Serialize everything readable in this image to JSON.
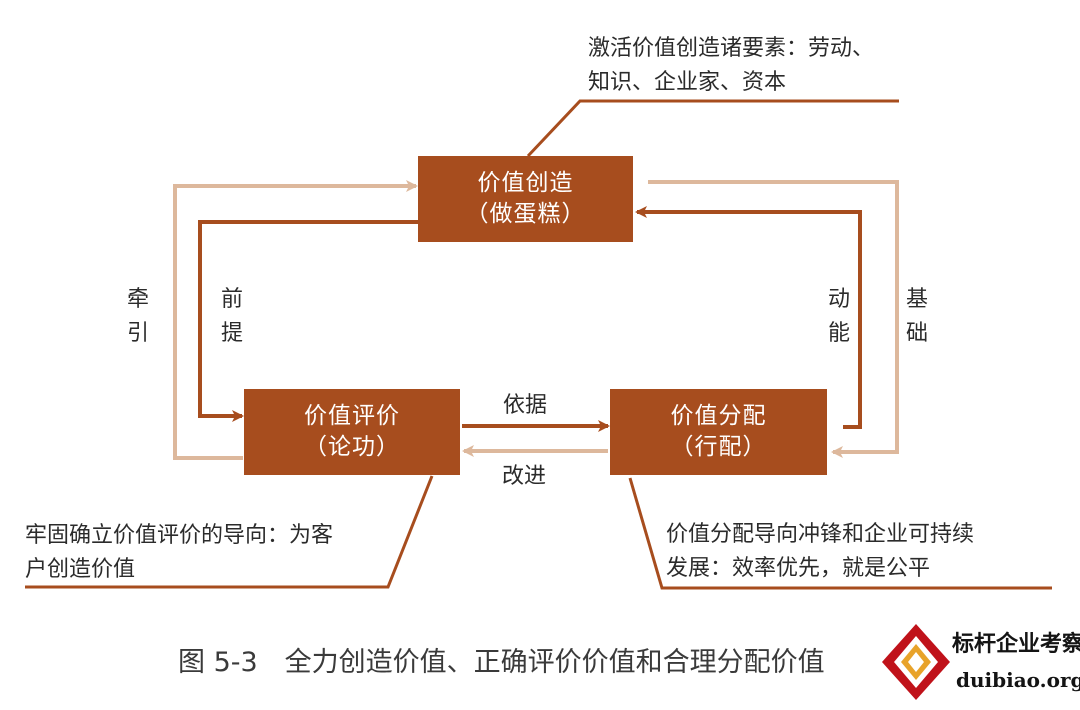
{
  "colors": {
    "box": "#a74d1e",
    "dark_line": "#a74d1e",
    "light_line": "#ddb89c",
    "text": "#2b2b2b",
    "logo_red": "#c0121a"
  },
  "nodes": {
    "creation": {
      "line1": "价值创造",
      "line2": "（做蛋糕）"
    },
    "evaluation": {
      "line1": "价值评价",
      "line2": "（论功）"
    },
    "distribution": {
      "line1": "价值分配",
      "line2": "（行配）"
    }
  },
  "edges": {
    "qianyin": "牵引",
    "qianti": "前提",
    "dongneng": "动能",
    "jichu": "基础",
    "yiju": "依据",
    "gaijin": "改进"
  },
  "notes": {
    "top": {
      "line1": "激活价值创造诸要素：劳动、",
      "line2": "知识、企业家、资本"
    },
    "left": {
      "line1": "牢固确立价值评价的导向：为客",
      "line2": "户创造价值"
    },
    "right": {
      "line1": "价值分配导向冲锋和企业可持续",
      "line2": "发展：效率优先，就是公平"
    }
  },
  "caption": "图 5-3　全力创造价值、正确评价价值和合理分配价值",
  "logo": {
    "title": "标杆企业考察",
    "url": "duibiao.org",
    "icon": "diamond-logo-icon"
  }
}
